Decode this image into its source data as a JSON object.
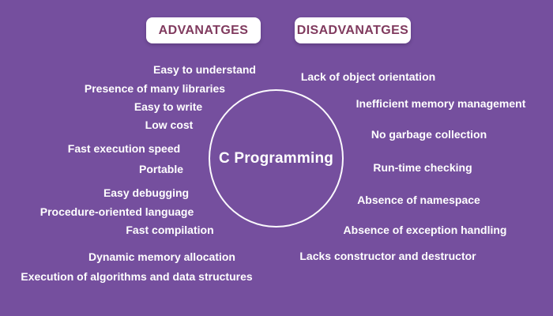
{
  "title": "C Programming advantages and disadvantages infographic",
  "colors": {
    "background": "#754F9E",
    "pill_background": "#FFFFFF",
    "pill_text": "#803A5E",
    "list_text": "#FFFFFF",
    "circle_stroke": "#FFFFFF"
  },
  "headers": {
    "advantages_label": "ADVANATGES",
    "disadvantages_label": "DISADVANATGES"
  },
  "center": {
    "label": "C Programming"
  },
  "advantages": {
    "items": [
      "Easy to understand",
      "Presence of many libraries",
      "Easy to write",
      "Low cost",
      "Fast execution speed",
      "Portable",
      "Easy debugging",
      "Procedure-oriented language",
      "Fast compilation",
      "Dynamic memory allocation",
      "Execution of algorithms and data structures"
    ]
  },
  "disadvantages": {
    "items": [
      "Lack of object orientation",
      "Inefficient memory management",
      "No garbage collection",
      "Run-time checking",
      "Absence of namespace",
      "Absence of exception handling",
      "Lacks constructor and destructor"
    ]
  }
}
